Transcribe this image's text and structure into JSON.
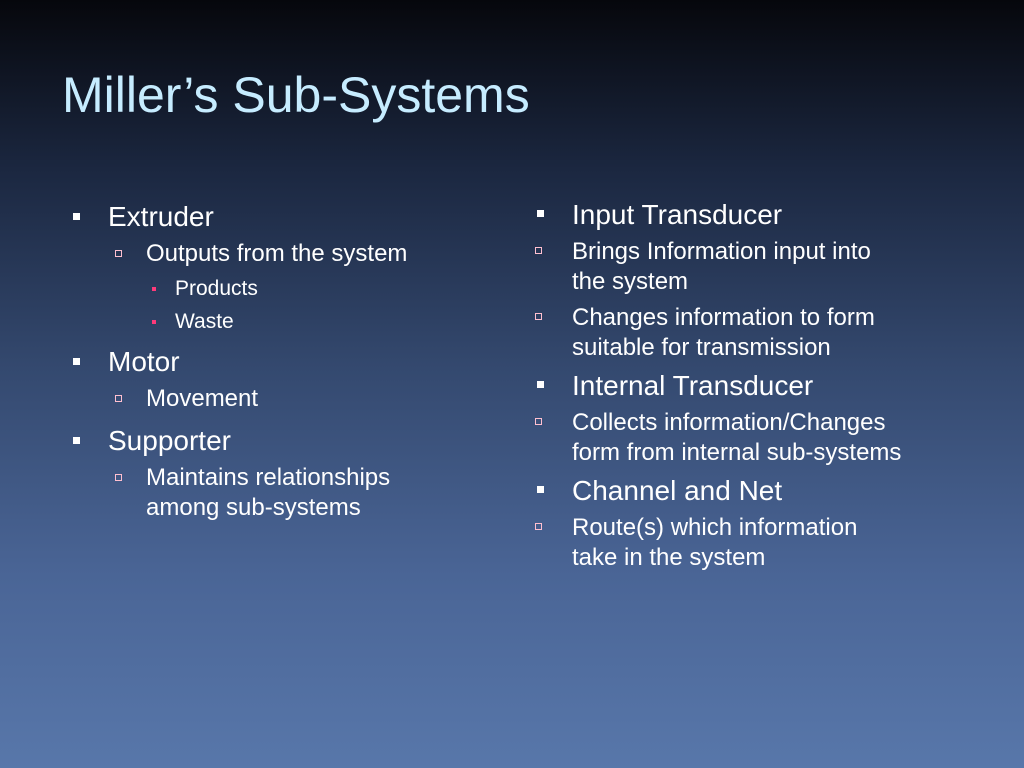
{
  "slide": {
    "title": "Miller’s Sub-Systems"
  },
  "left": {
    "extruder": "Extruder",
    "extruder_sub": "Outputs from the system",
    "products": "Products",
    "waste": "Waste",
    "motor": "Motor",
    "motor_sub": "Movement",
    "supporter": "Supporter",
    "supporter_sub_1": "Maintains relationships",
    "supporter_sub_2": "among sub-systems"
  },
  "right": {
    "input_transducer": "Input Transducer",
    "input_sub1_1": "Brings Information input into",
    "input_sub1_2": "the system",
    "input_sub2_1": "Changes information to form",
    "input_sub2_2": "suitable for transmission",
    "internal_transducer": "Internal Transducer",
    "internal_sub_1": "Collects information/Changes",
    "internal_sub_2": "form from internal sub-systems",
    "channel_net": "Channel and Net",
    "channel_sub_1": "Route(s) which information",
    "channel_sub_2": "take in the system"
  },
  "colors": {
    "title": "#c6ecff",
    "text": "#ffffff",
    "level3_bullet": "#ff3a7a"
  }
}
